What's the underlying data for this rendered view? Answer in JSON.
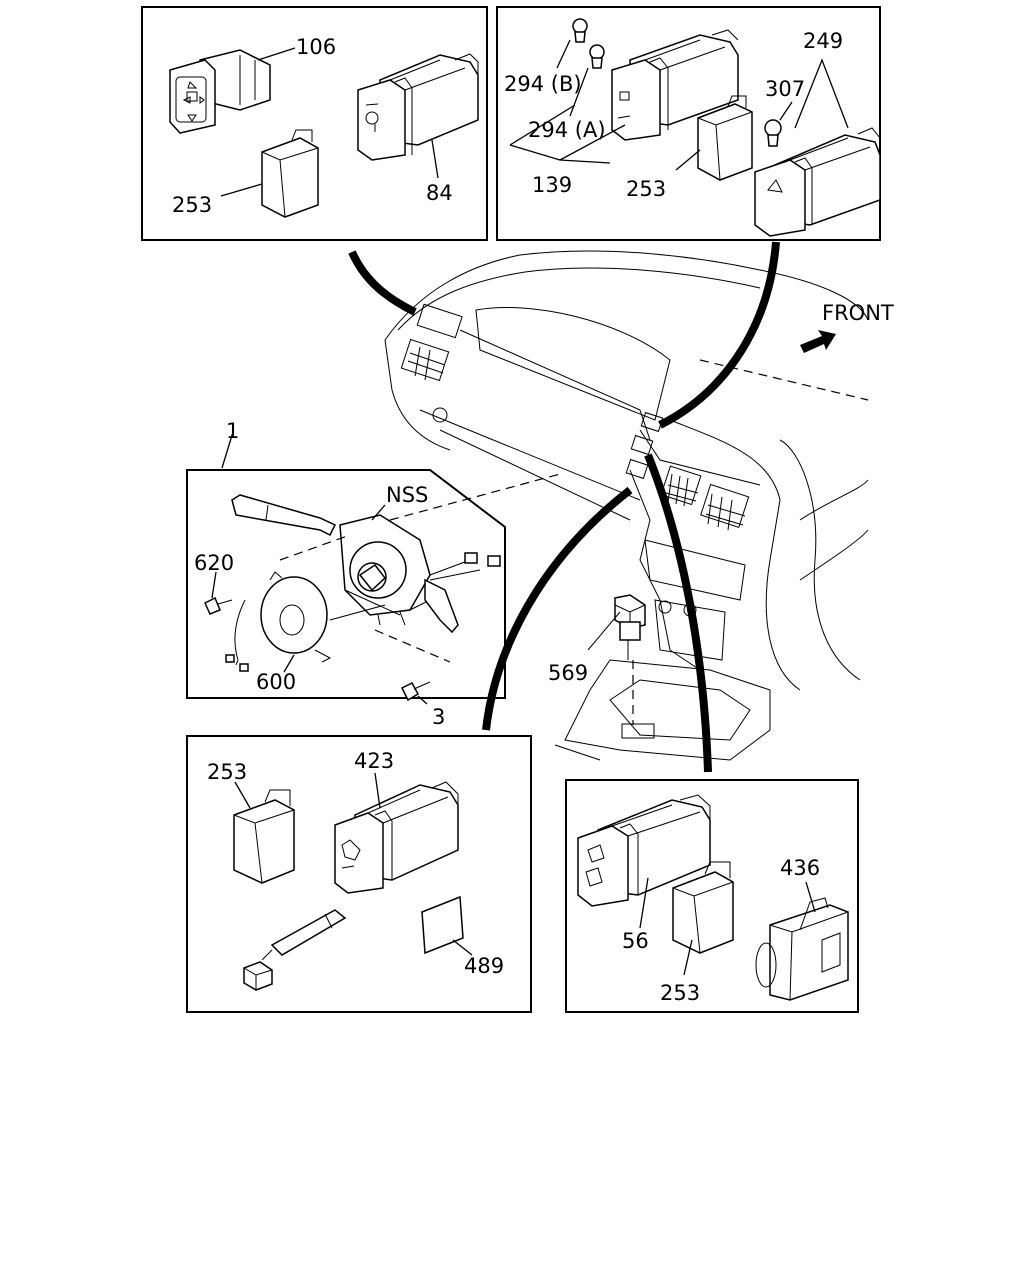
{
  "labels": {
    "p106": "106",
    "p84": "84",
    "p253_a": "253",
    "p294b": "294 (B)",
    "p294a": "294 (A)",
    "p139": "139",
    "p253_b": "253",
    "p249": "249",
    "p307": "307",
    "front": "FRONT",
    "p1": "1",
    "nss": "NSS",
    "p620": "620",
    "p600": "600",
    "p3": "3",
    "p569": "569",
    "p253_c": "253",
    "p423": "423",
    "p489": "489",
    "p56": "56",
    "p253_d": "253",
    "p436": "436"
  }
}
